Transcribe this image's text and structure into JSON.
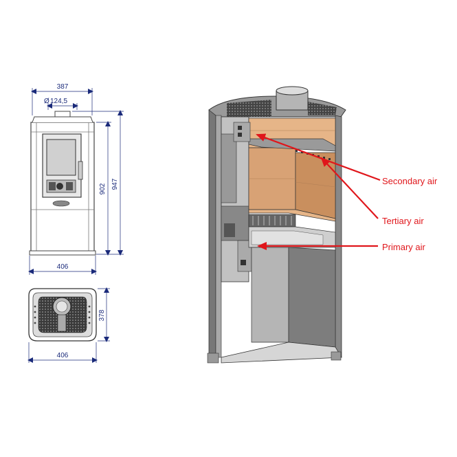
{
  "dimensions": {
    "width_top": "387",
    "flue_diameter": "124,5",
    "height_inner": "902",
    "height_total": "947",
    "width_base": "406",
    "depth_plan": "378",
    "width_plan": "406"
  },
  "labels": {
    "secondary": "Secondary air",
    "tertiary": "Tertiary air",
    "primary": "Primary air"
  },
  "colors": {
    "arrow": "#e0161b",
    "dimension": "#1a2a7a",
    "firebrick": "#e6b588",
    "firebrick_dark": "#c98f5e",
    "steel": "#8a8a8a",
    "steel_dark": "#555555"
  }
}
